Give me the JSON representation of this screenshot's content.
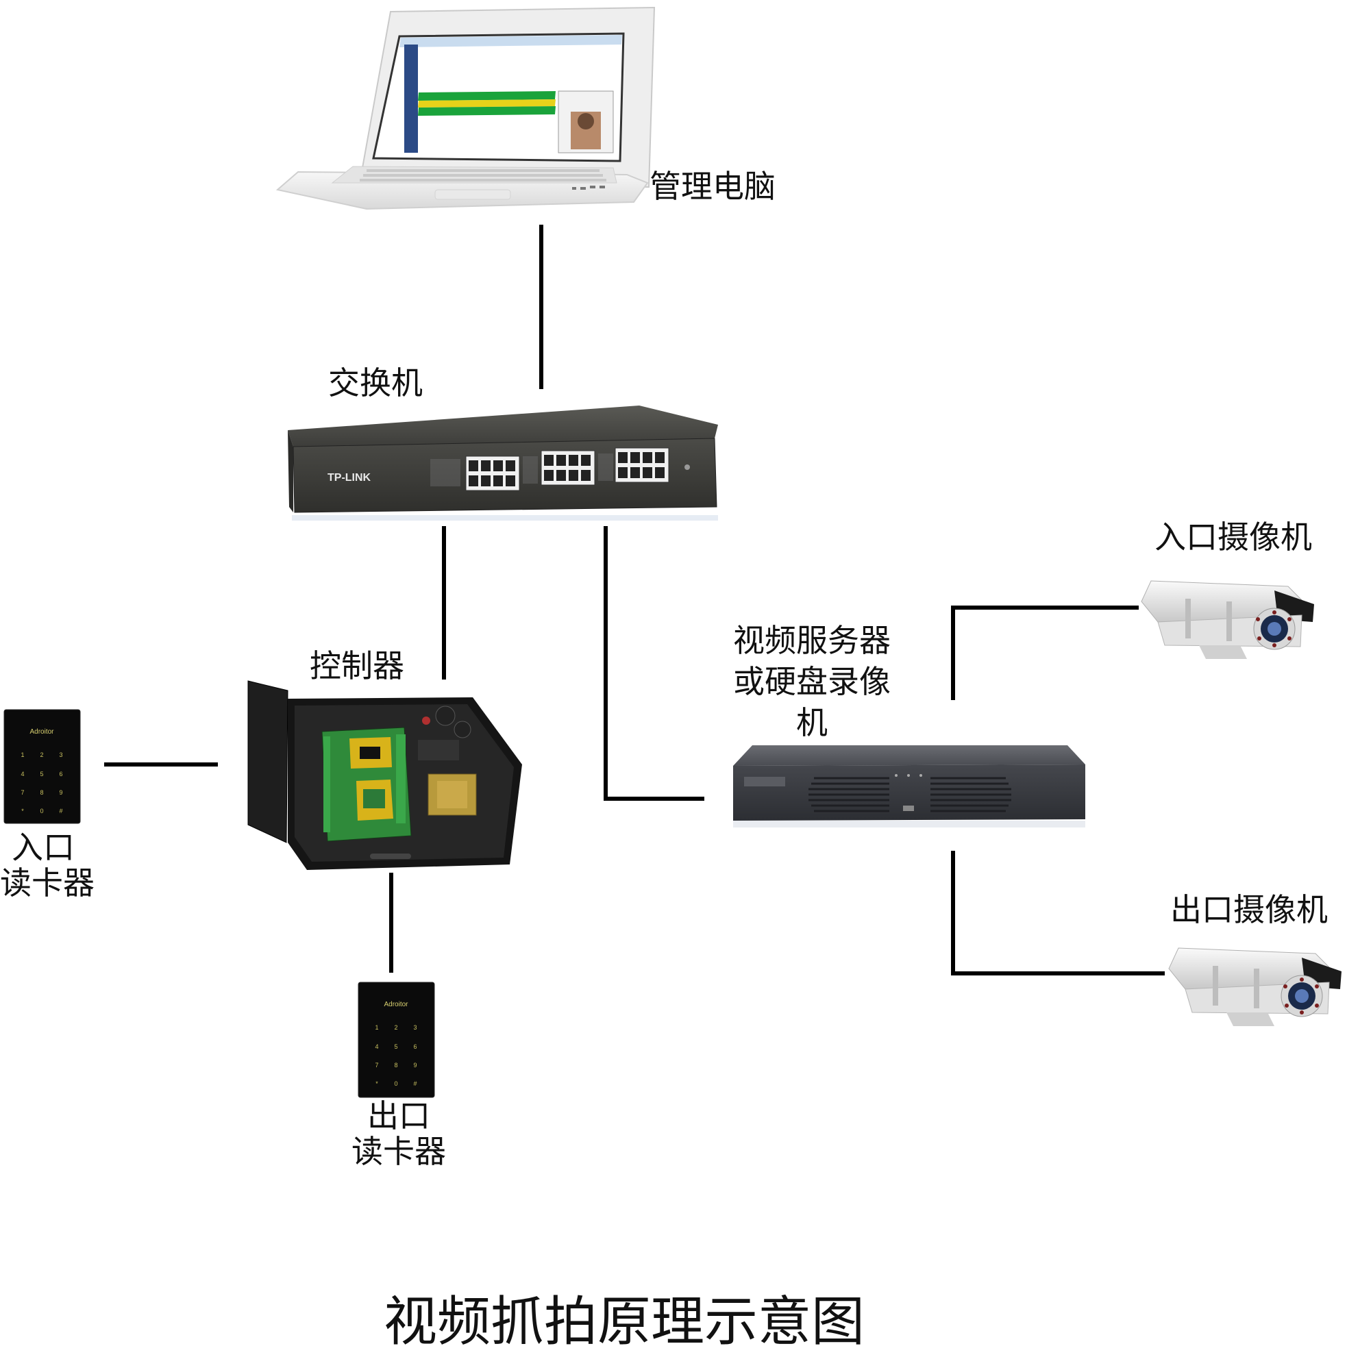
{
  "title": "视频抓拍原理示意图",
  "nodes": {
    "laptop": {
      "label": "管理电脑",
      "icon": "laptop-icon"
    },
    "switch": {
      "label": "交换机",
      "icon": "network-switch-icon",
      "brand": "TP-LINK"
    },
    "controller": {
      "label": "控制器",
      "icon": "access-controller-icon"
    },
    "video_server": {
      "label_lines": [
        "视频服务器",
        "或硬盘录像",
        "机"
      ],
      "icon": "dvr-icon"
    },
    "entry_camera": {
      "label": "入口摄像机",
      "icon": "camera-icon"
    },
    "exit_camera": {
      "label": "出口摄像机",
      "icon": "camera-icon"
    },
    "entry_reader": {
      "label_lines": [
        "入口",
        "读卡器"
      ],
      "icon": "card-reader-icon",
      "brand": "Adroitor"
    },
    "exit_reader": {
      "label_lines": [
        "出口",
        "读卡器"
      ],
      "icon": "card-reader-icon",
      "brand": "Adroitor"
    }
  },
  "edges": [
    {
      "from": "laptop",
      "to": "switch"
    },
    {
      "from": "switch",
      "to": "controller"
    },
    {
      "from": "switch",
      "to": "video_server"
    },
    {
      "from": "entry_reader",
      "to": "controller"
    },
    {
      "from": "controller",
      "to": "exit_reader"
    },
    {
      "from": "video_server",
      "to": "entry_camera"
    },
    {
      "from": "video_server",
      "to": "exit_camera"
    }
  ],
  "colors": {
    "line": "#000000",
    "device_dark": "#3b3d42",
    "screen_green": "#1aa33b",
    "screen_yellow": "#e7d21a"
  }
}
